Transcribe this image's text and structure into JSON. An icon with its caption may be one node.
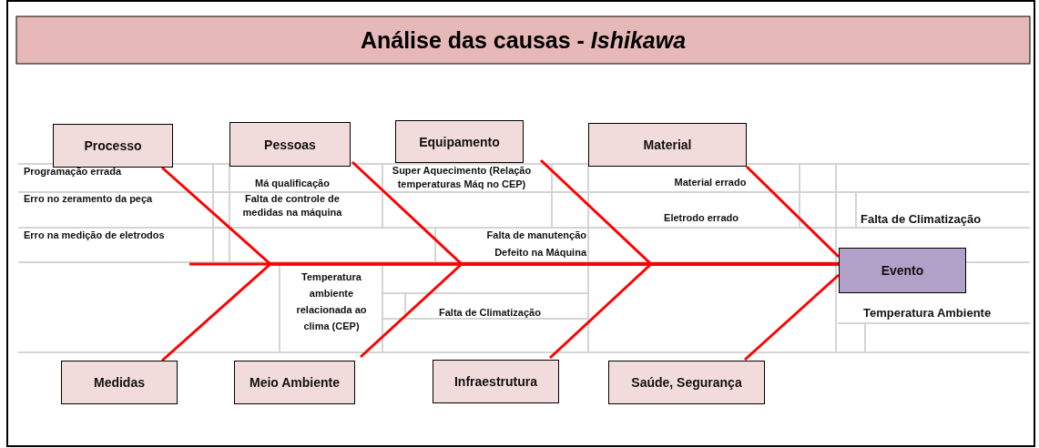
{
  "diagram": {
    "title": "Análise das causas - *Ishikawa*",
    "nodes": [
      {
        "text": [
          "Processo"
        ]
      },
      {
        "text": [
          "Pessoas"
        ]
      },
      {
        "text": [
          "Equipamento"
        ]
      },
      {
        "text": [
          "Material"
        ]
      },
      {
        "text": [
          "Evento"
        ]
      },
      {
        "text": [
          "Medidas"
        ]
      },
      {
        "text": [
          "Meio Ambiente"
        ]
      },
      {
        "text": [
          "Infraestrutura"
        ]
      },
      {
        "text": [
          "Saúde, Segurança"
        ]
      }
    ],
    "edges": [
      {
        "from": 0,
        "to": 4,
        "arrow": "none"
      },
      {
        "from": 1,
        "to": 4,
        "arrow": "none"
      },
      {
        "from": 2,
        "to": 4,
        "arrow": "none"
      },
      {
        "from": 3,
        "to": 4,
        "arrow": "none"
      },
      {
        "from": 5,
        "to": 4,
        "arrow": "none"
      },
      {
        "from": 6,
        "to": 4,
        "arrow": "none"
      },
      {
        "from": 7,
        "to": 4,
        "arrow": "none"
      },
      {
        "from": 8,
        "to": 4,
        "arrow": "none"
      },
      {
        "from": null,
        "to": 4,
        "arrow": "none"
      }
    ],
    "labels": [
      "Programação errada",
      "Má qualificação",
      "Super Aquecimento (Relação temperaturas Máq no CEP)",
      "Material errado",
      "Erro no zeramento da peça",
      "Falta de controle de medidas na máquina",
      "Eletrodo errado",
      "Falta de Climatização",
      "Erro na medição de eletrodos",
      "Falta de manutenção",
      "Defeito na Máquina",
      "Temperatura ambiente relacionada ao clima (CEP)",
      "Falta de Climatização",
      "Temperatura Ambiente"
    ]
  }
}
